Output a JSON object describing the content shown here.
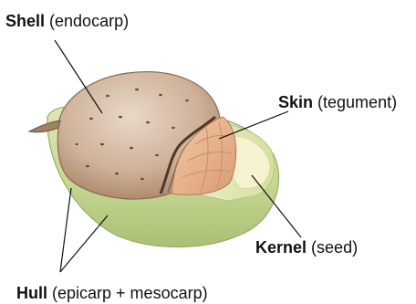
{
  "labels": {
    "shell": {
      "name": "Shell",
      "note": "(endocarp)"
    },
    "skin": {
      "name": "Skin",
      "note": "(tegument)"
    },
    "kernel": {
      "name": "Kernel",
      "note": "(seed)"
    },
    "hull": {
      "name": "Hull",
      "note": "(epicarp + mesocarp)"
    }
  }
}
